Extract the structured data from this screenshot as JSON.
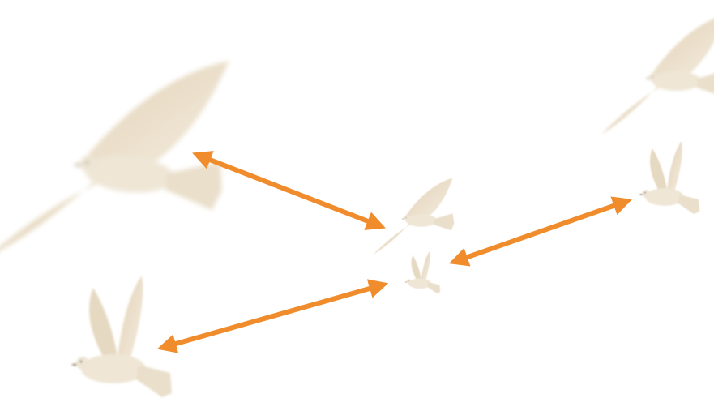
{
  "scene": {
    "background_color": "#ffffff",
    "bird_color": "#ece2cf",
    "bird_shadow_color": "#c9b89a",
    "arrow_color": "#f08c2c",
    "birds": [
      {
        "name": "large-dove-left",
        "pose": "glide"
      },
      {
        "name": "dove-bottom-left",
        "pose": "wings-up"
      },
      {
        "name": "dove-top-right",
        "pose": "glide"
      },
      {
        "name": "dove-right",
        "pose": "wings-up"
      },
      {
        "name": "dove-center-glide",
        "pose": "glide"
      },
      {
        "name": "dove-center-small",
        "pose": "wings-up"
      }
    ],
    "arrows": [
      {
        "name": "arrow-large-dove-to-center"
      },
      {
        "name": "arrow-bottom-left-to-center"
      },
      {
        "name": "arrow-right-to-center"
      }
    ]
  }
}
